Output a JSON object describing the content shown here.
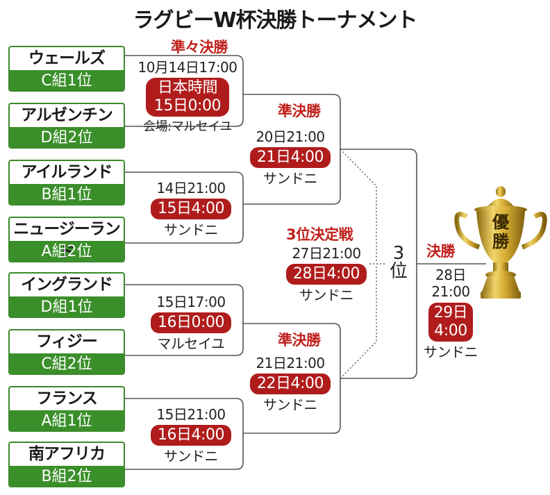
{
  "title": "ラグビーW杯決勝トーナメント",
  "stage_labels": {
    "quarterfinal": "準々決勝",
    "semifinal": "準決勝",
    "third_place": "3位決定戦",
    "final": "決勝",
    "third_side": "3\n位",
    "winner": "優\n勝"
  },
  "teams": [
    {
      "name": "ウェールズ",
      "group": "C組1位"
    },
    {
      "name": "アルゼンチン",
      "group": "D組2位"
    },
    {
      "name": "アイルランド",
      "group": "B組1位"
    },
    {
      "name": "ニュージーランド",
      "group": "A組2位"
    },
    {
      "name": "イングランド",
      "group": "D組1位"
    },
    {
      "name": "フィジー",
      "group": "C組2位"
    },
    {
      "name": "フランス",
      "group": "A組1位"
    },
    {
      "name": "南アフリカ",
      "group": "B組2位"
    }
  ],
  "quarterfinals": [
    {
      "local": "10月14日17:00",
      "japan": "日本時間\n15日0:00",
      "venue": "会場:マルセイユ"
    },
    {
      "local": "14日21:00",
      "japan": "15日4:00",
      "venue": "サンドニ"
    },
    {
      "local": "15日17:00",
      "japan": "16日0:00",
      "venue": "マルセイユ"
    },
    {
      "local": "15日21:00",
      "japan": "16日4:00",
      "venue": "サンドニ"
    }
  ],
  "semifinals": [
    {
      "local": "20日21:00",
      "japan": "21日4:00",
      "venue": "サンドニ"
    },
    {
      "local": "21日21:00",
      "japan": "22日4:00",
      "venue": "サンドニ"
    }
  ],
  "third_place_match": {
    "local": "27日21:00",
    "japan": "28日4:00",
    "venue": "サンドニ"
  },
  "final_match": {
    "local": "28日\n21:00",
    "japan": "29日\n4:00",
    "venue": "サンドニ"
  },
  "colors": {
    "green": "#3b8f2a",
    "red": "#b01c1c",
    "gold": "#c9a32a"
  }
}
